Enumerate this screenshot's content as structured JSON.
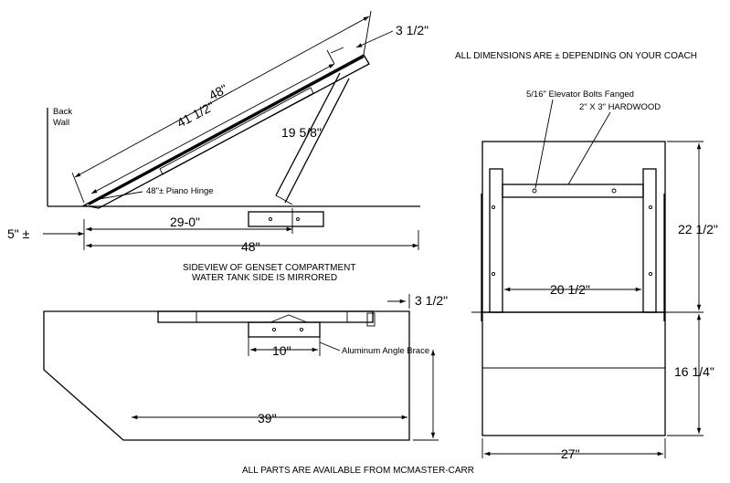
{
  "notes": {
    "top_right": "ALL DIMENSIONS ARE ± DEPENDING ON YOUR COACH",
    "side_view_line1": "SIDEVIEW OF GENSET COMPARTMENT",
    "side_view_line2": "WATER TANK SIDE IS MIRRORED",
    "bottom": "ALL PARTS ARE AVAILABLE FROM MCMASTER-CARR"
  },
  "side_view": {
    "back_wall_line1": "Back",
    "back_wall_line2": "Wall",
    "dim_48_lid": "48\"",
    "dim_41_half": "41 1/2\"",
    "dim_3_half": "3 1/2\"",
    "dim_19_5_8": "19 5/8\"",
    "piano_hinge": "48\"± Piano Hinge",
    "dim_5": "5\" ±",
    "dim_29": "29-0\"",
    "dim_48_base": "48\""
  },
  "front_view": {
    "bolts": "5/16\" Elevator Bolts Fanged",
    "hardwood": "2\" X 3\" HARDWOOD",
    "dim_22_half": "22 1/2\"",
    "dim_20_half": "20 1/2\"",
    "dim_16_quarter": "16 1/4\"",
    "dim_27": "27\""
  },
  "lower_view": {
    "dim_3_half": "3 1/2\"",
    "dim_10": "10\"",
    "brace": "Aluminum Angle Brace",
    "dim_39": "39\""
  }
}
